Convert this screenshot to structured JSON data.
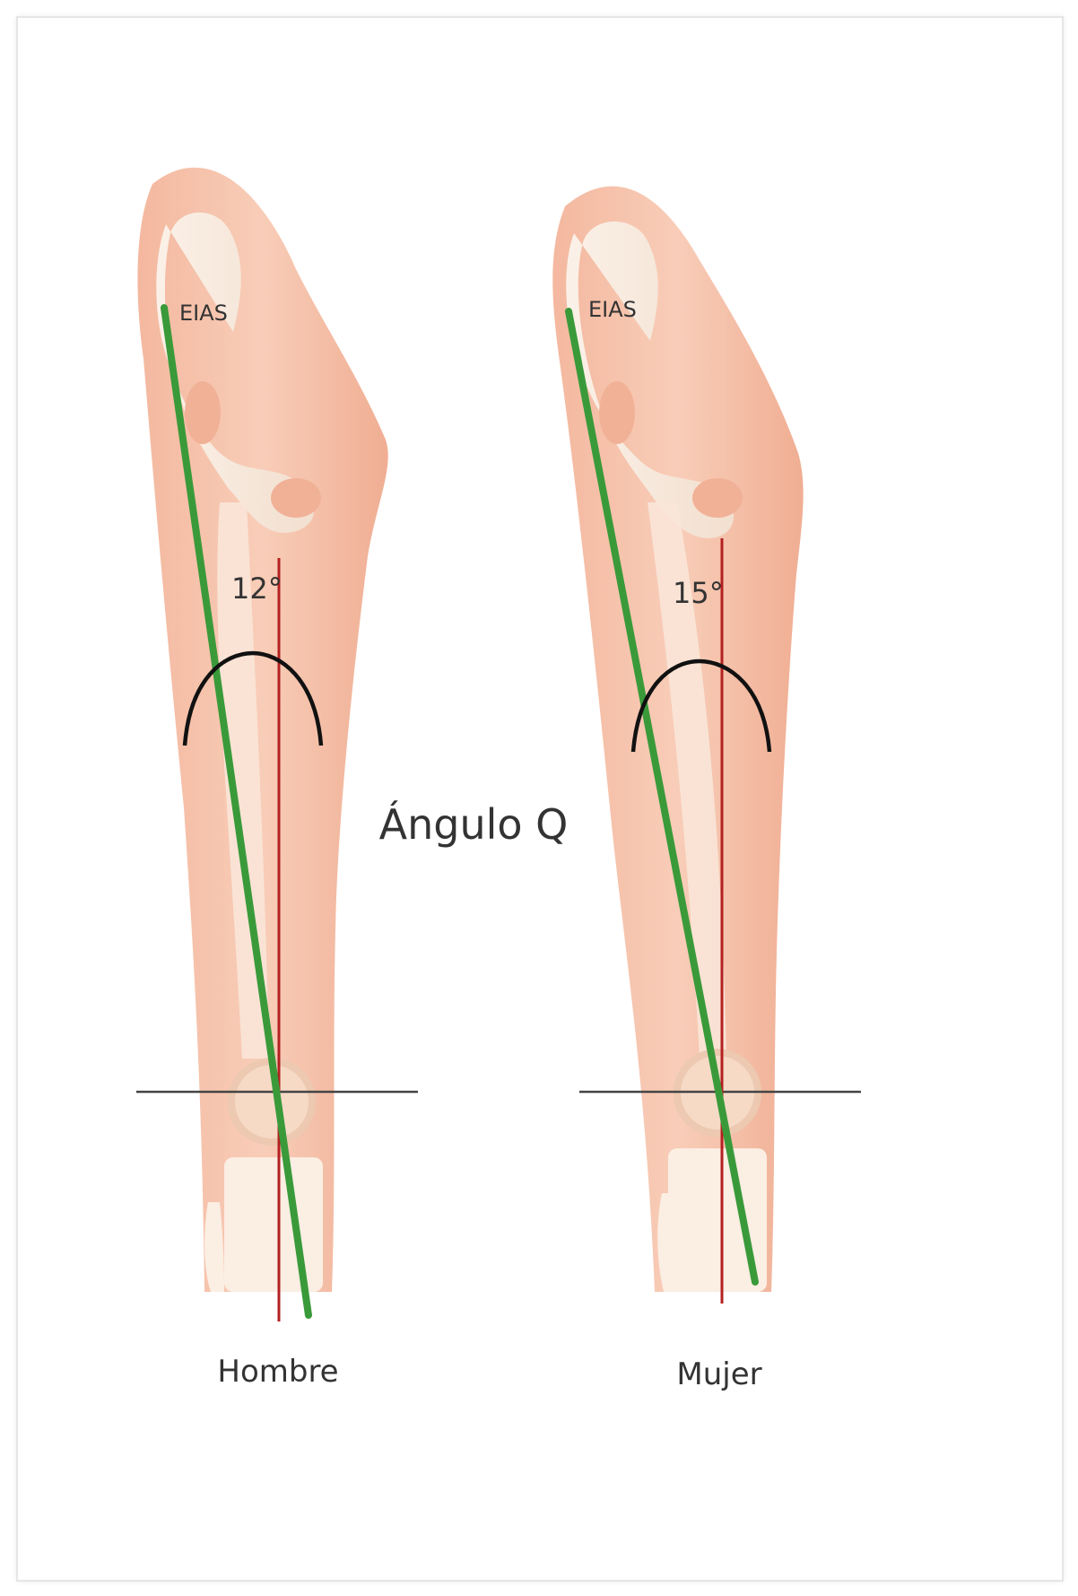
{
  "title": "Ángulo Q",
  "panels": [
    {
      "label": "Hombre",
      "landmark": "EIAS",
      "angle": "12°"
    },
    {
      "label": "Mujer",
      "landmark": "EIAS",
      "angle": "15°"
    }
  ],
  "colors": {
    "skin": "#f6c4ad",
    "skin_shadow": "#f1b197",
    "bone": "#fbeee3",
    "bone_shadow": "#efd9c8",
    "q_line": "#3a9a3a",
    "vertical_line": "#b32020",
    "arc": "#111111",
    "horizontal_line": "#444444"
  }
}
